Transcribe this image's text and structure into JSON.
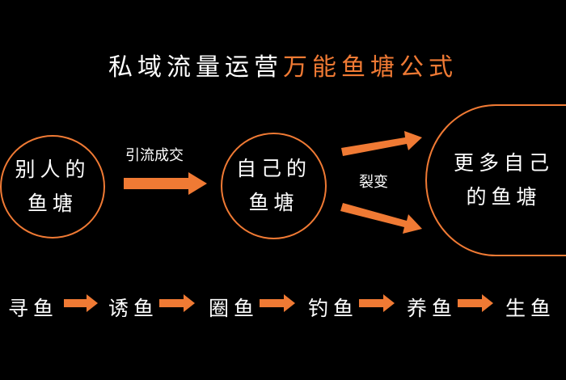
{
  "title": {
    "main": "私域流量运营",
    "accent": "万能鱼塘公式"
  },
  "circles": {
    "others": {
      "line1": "别人的",
      "line2": "鱼塘"
    },
    "own": {
      "line1": "自己的",
      "line2": "鱼塘"
    },
    "more": {
      "line1": "更多自己",
      "line2": "的鱼塘"
    }
  },
  "arrow_labels": {
    "convert": "引流成交",
    "fission": "裂变"
  },
  "steps": [
    "寻鱼",
    "诱鱼",
    "圈鱼",
    "钓鱼",
    "养鱼",
    "生鱼"
  ],
  "colors": {
    "accent": "#f07a34",
    "background": "#000000",
    "text": "#ffffff"
  }
}
